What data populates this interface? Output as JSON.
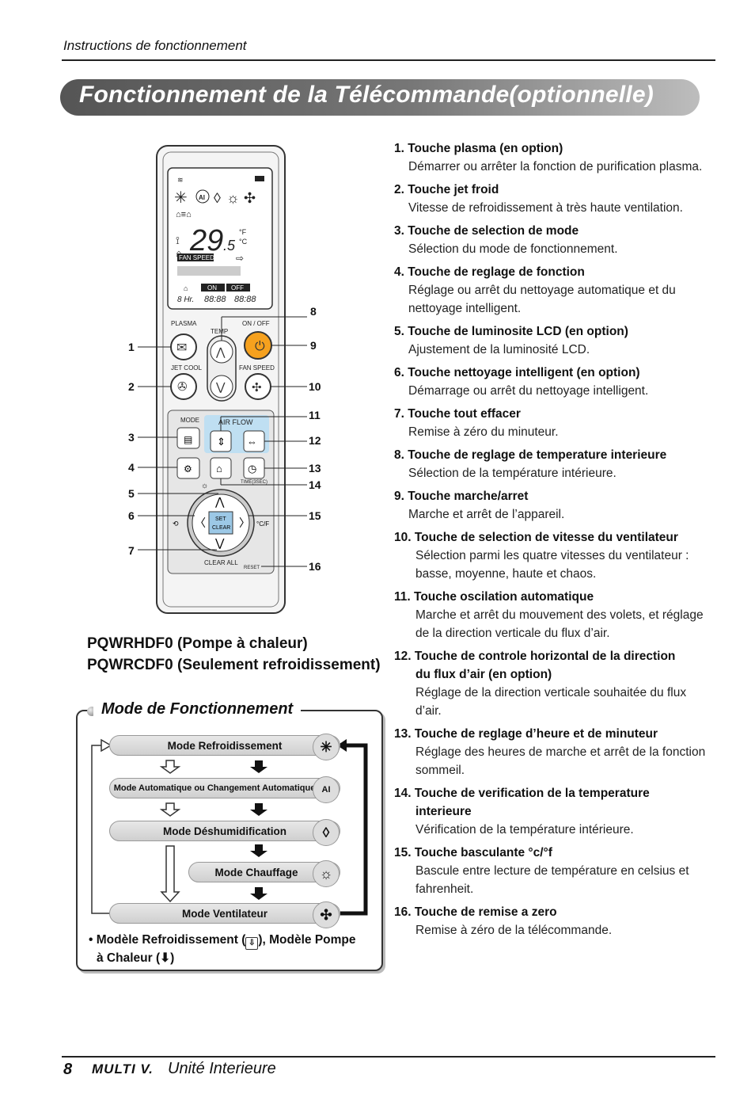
{
  "header": {
    "section": "Instructions de fonctionnement",
    "title": "Fonctionnement de la Télécommande(optionnelle)"
  },
  "remote": {
    "lcd_temp": "29",
    "lcd_temp_dec": ".5",
    "lcd_unit_f": "°F",
    "lcd_unit_c": "°C",
    "lcd_fan_speed": "FAN SPEED",
    "lcd_on": "ON",
    "lcd_off": "OFF",
    "lcd_hr": "8 Hr.",
    "lcd_timer1": "88:88",
    "lcd_timer2": "88:88",
    "label_plasma": "PLASMA",
    "label_temp": "TEMP",
    "label_onoff": "ON / OFF",
    "label_jetcool": "JET COOL",
    "label_fanspeed": "FAN SPEED",
    "label_mode": "MODE",
    "label_airflow": "AIR FLOW",
    "label_timer": "TIME(3SEC)",
    "label_set": "SET",
    "label_clear": "CLEAR",
    "label_clearall": "CLEAR ALL",
    "label_reset": "RESET",
    "callouts_left": [
      "1",
      "2",
      "3",
      "4",
      "5",
      "6",
      "7"
    ],
    "callouts_right": [
      "8",
      "9",
      "10",
      "11",
      "12",
      "13",
      "14",
      "15",
      "16"
    ]
  },
  "models": [
    "PQWRHDF0 (Pompe à chaleur)",
    "PQWRCDF0 (Seulement refroidissement)"
  ],
  "mode_box": {
    "title": "Mode de Fonctionnement",
    "modes": [
      "Mode Refroidissement",
      "Mode Automatique ou Changement Automatique",
      "Mode Déshumidification",
      "Mode Chauffage",
      "Mode Ventilateur"
    ],
    "icons": [
      "snowflake-icon",
      "ai-icon",
      "droplet-icon",
      "sun-icon",
      "fan-icon"
    ],
    "note_line1": "• Modèle Refroidissement (",
    "note_line1b": "), Modèle Pompe",
    "note_line2a": "à Chaleur (",
    "note_line2b": ")"
  },
  "items": [
    {
      "title": "1. Touche plasma (en option)",
      "desc": "Démarrer ou arrêter la fonction de purification plasma."
    },
    {
      "title": "2. Touche jet froid",
      "desc": "Vitesse de refroidissement à très haute ventilation."
    },
    {
      "title": "3. Touche de selection de mode",
      "desc": "Sélection du mode de fonctionnement."
    },
    {
      "title": "4. Touche de reglage de fonction",
      "desc": "Réglage ou arrêt du nettoyage automatique et du nettoyage intelligent."
    },
    {
      "title": "5. Touche de luminosite LCD (en option)",
      "desc": "Ajustement de la luminosité LCD."
    },
    {
      "title": "6. Touche nettoyage intelligent (en option)",
      "desc": "Démarrage ou arrêt du nettoyage intelligent."
    },
    {
      "title": "7. Touche tout effacer",
      "desc": "Remise à zéro du minuteur."
    },
    {
      "title": "8. Touche de reglage de temperature interieure",
      "desc": "Sélection de la température intérieure."
    },
    {
      "title": "9. Touche marche/arret",
      "desc": "Marche et arrêt de l’appareil."
    },
    {
      "title": "10. Touche de selection de vitesse du ventilateur",
      "desc": "Sélection parmi les quatre vitesses du ventilateur : basse, moyenne, haute et chaos."
    },
    {
      "title": "11. Touche oscilation automatique",
      "desc": "Marche et arrêt du mouvement des volets, et réglage de la direction verticale du flux d’air."
    },
    {
      "title": "12. Touche de controle horizontal de la direction",
      "title2": "du flux d’air (en option)",
      "desc": "Réglage de la direction verticale souhaitée du flux d’air."
    },
    {
      "title": "13. Touche de reglage d’heure et de minuteur",
      "desc": "Réglage des heures de marche et arrêt de la fonction sommeil."
    },
    {
      "title": "14. Touche de verification de la temperature",
      "title2": "interieure",
      "desc": "Vérification de la température intérieure."
    },
    {
      "title": "15. Touche basculante °c/°f",
      "desc": "Bascule entre lecture de température en celsius et fahrenheit."
    },
    {
      "title": "16. Touche de remise a zero",
      "desc": "Remise à zéro de la télécommande."
    }
  ],
  "footer": {
    "page": "8",
    "brand": "MULTI V.",
    "text": "Unité Interieure"
  }
}
